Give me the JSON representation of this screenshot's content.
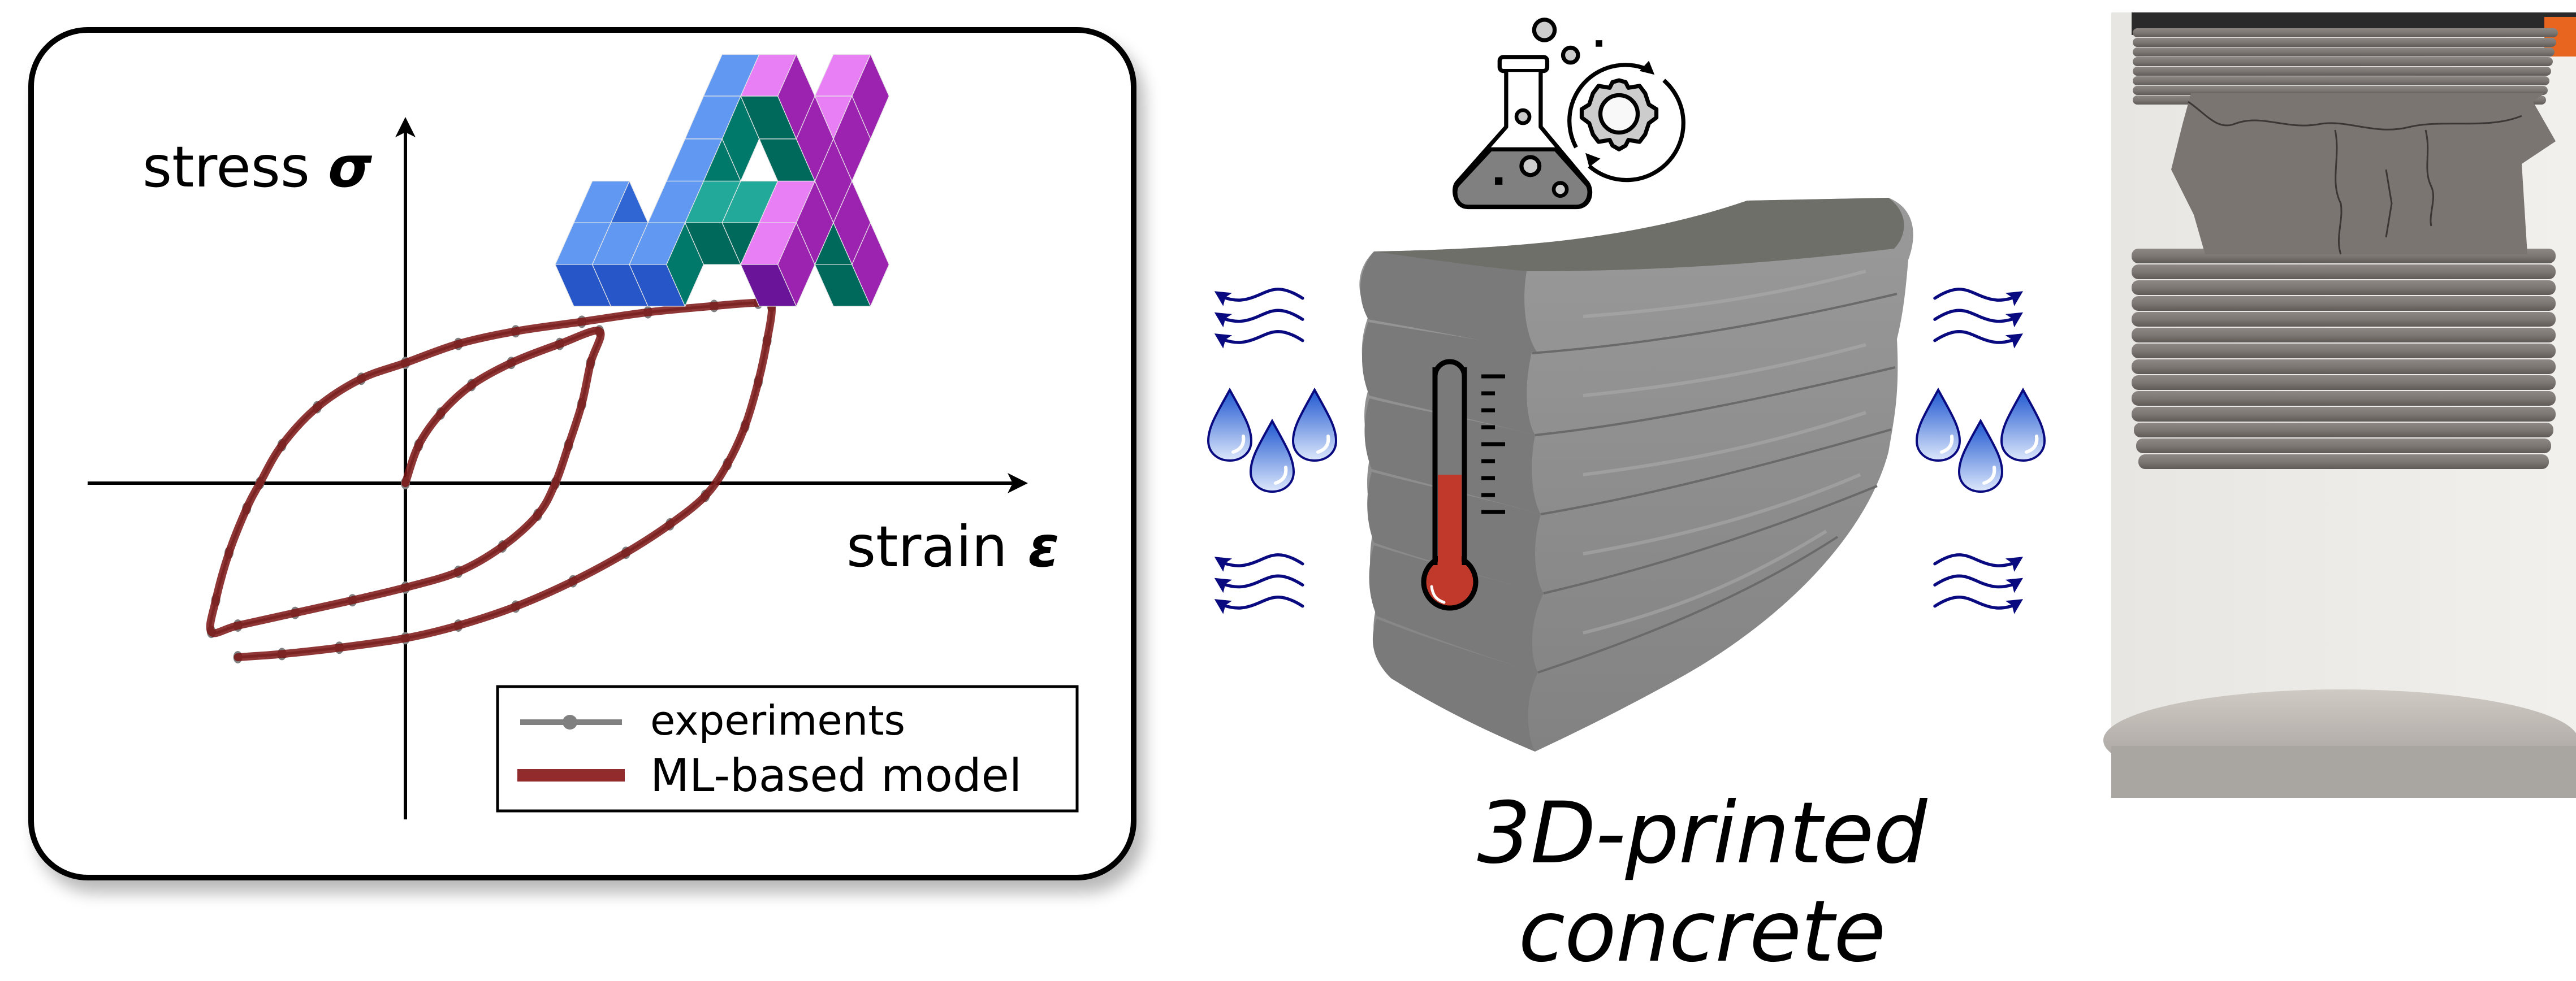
{
  "chart_panel": {
    "y_axis_label": "stress",
    "y_axis_symbol": "σ",
    "x_axis_label": "strain",
    "x_axis_symbol": "ε",
    "logo": "jax-logo",
    "legend": [
      {
        "label": "experiments",
        "color": "#808080",
        "style": "line-with-markers"
      },
      {
        "label": "ML-based model",
        "color": "#922b2b",
        "style": "thick-line"
      }
    ]
  },
  "chart_data": {
    "type": "line",
    "title": "",
    "xlabel": "strain ε",
    "ylabel": "stress σ",
    "units": "arbitrary (schematic, no tick labels)",
    "xlim": [
      -1.0,
      1.0
    ],
    "ylim": [
      -1.0,
      1.0
    ],
    "grid": false,
    "legend_position": "bottom-right",
    "series": [
      {
        "name": "ML-based model",
        "color": "#922b2b",
        "points": [
          [
            0.0,
            0.0
          ],
          [
            0.03,
            0.12
          ],
          [
            0.08,
            0.22
          ],
          [
            0.15,
            0.31
          ],
          [
            0.24,
            0.38
          ],
          [
            0.35,
            0.44
          ],
          [
            0.44,
            0.48
          ],
          [
            0.42,
            0.38
          ],
          [
            0.4,
            0.25
          ],
          [
            0.37,
            0.12
          ],
          [
            0.34,
            0.0
          ],
          [
            0.3,
            -0.1
          ],
          [
            0.22,
            -0.2
          ],
          [
            0.12,
            -0.28
          ],
          [
            0.0,
            -0.33
          ],
          [
            -0.12,
            -0.37
          ],
          [
            -0.25,
            -0.41
          ],
          [
            -0.38,
            -0.45
          ],
          [
            -0.44,
            -0.47
          ],
          [
            -0.43,
            -0.37
          ],
          [
            -0.4,
            -0.22
          ],
          [
            -0.36,
            -0.08
          ],
          [
            -0.33,
            0.0
          ],
          [
            -0.28,
            0.12
          ],
          [
            -0.2,
            0.24
          ],
          [
            -0.1,
            0.33
          ],
          [
            0.0,
            0.38
          ],
          [
            0.12,
            0.44
          ],
          [
            0.25,
            0.48
          ],
          [
            0.4,
            0.51
          ],
          [
            0.55,
            0.54
          ],
          [
            0.7,
            0.56
          ],
          [
            0.8,
            0.57
          ],
          [
            0.83,
            0.56
          ],
          [
            0.82,
            0.45
          ],
          [
            0.8,
            0.32
          ],
          [
            0.77,
            0.18
          ],
          [
            0.73,
            0.06
          ],
          [
            0.68,
            -0.04
          ],
          [
            0.6,
            -0.13
          ],
          [
            0.5,
            -0.22
          ],
          [
            0.38,
            -0.31
          ],
          [
            0.25,
            -0.39
          ],
          [
            0.12,
            -0.45
          ],
          [
            0.0,
            -0.49
          ],
          [
            -0.15,
            -0.52
          ],
          [
            -0.28,
            -0.54
          ],
          [
            -0.38,
            -0.55
          ]
        ]
      },
      {
        "name": "experiments",
        "color": "#808080",
        "points": [
          [
            0.0,
            0.0
          ],
          [
            0.03,
            0.12
          ],
          [
            0.08,
            0.22
          ],
          [
            0.15,
            0.31
          ],
          [
            0.24,
            0.38
          ],
          [
            0.35,
            0.44
          ],
          [
            0.44,
            0.48
          ],
          [
            0.42,
            0.38
          ],
          [
            0.4,
            0.25
          ],
          [
            0.37,
            0.12
          ],
          [
            0.34,
            0.0
          ],
          [
            0.3,
            -0.1
          ],
          [
            0.22,
            -0.2
          ],
          [
            0.12,
            -0.28
          ],
          [
            0.0,
            -0.33
          ],
          [
            -0.12,
            -0.37
          ],
          [
            -0.25,
            -0.41
          ],
          [
            -0.38,
            -0.45
          ],
          [
            -0.44,
            -0.47
          ],
          [
            -0.43,
            -0.37
          ],
          [
            -0.4,
            -0.22
          ],
          [
            -0.36,
            -0.08
          ],
          [
            -0.33,
            0.0
          ],
          [
            -0.28,
            0.12
          ],
          [
            -0.2,
            0.24
          ],
          [
            -0.1,
            0.33
          ],
          [
            0.0,
            0.38
          ],
          [
            0.12,
            0.44
          ],
          [
            0.25,
            0.48
          ],
          [
            0.4,
            0.51
          ],
          [
            0.55,
            0.54
          ],
          [
            0.7,
            0.56
          ],
          [
            0.8,
            0.57
          ],
          [
            0.83,
            0.56
          ],
          [
            0.82,
            0.45
          ],
          [
            0.8,
            0.32
          ],
          [
            0.77,
            0.18
          ],
          [
            0.73,
            0.06
          ],
          [
            0.68,
            -0.04
          ],
          [
            0.6,
            -0.13
          ],
          [
            0.5,
            -0.22
          ],
          [
            0.38,
            -0.31
          ],
          [
            0.25,
            -0.39
          ],
          [
            0.12,
            -0.45
          ],
          [
            0.0,
            -0.49
          ],
          [
            -0.15,
            -0.52
          ],
          [
            -0.28,
            -0.54
          ],
          [
            -0.38,
            -0.55
          ]
        ]
      }
    ]
  },
  "center_panel": {
    "caption": "3D-printed concrete",
    "icons": [
      "flask-icon",
      "gear-cycle-icon",
      "thermometer-icon",
      "water-drops-icon",
      "wind-icon"
    ],
    "thermometer_fill_fraction": 0.55,
    "colors": {
      "concrete": "#8a8a8a",
      "wind": "#0a0a80",
      "drop": "#3f6fd6",
      "thermo_fill": "#c0392b"
    }
  },
  "photo_panel": {
    "subject": "fractured 3D-printed concrete cylinder specimen"
  }
}
